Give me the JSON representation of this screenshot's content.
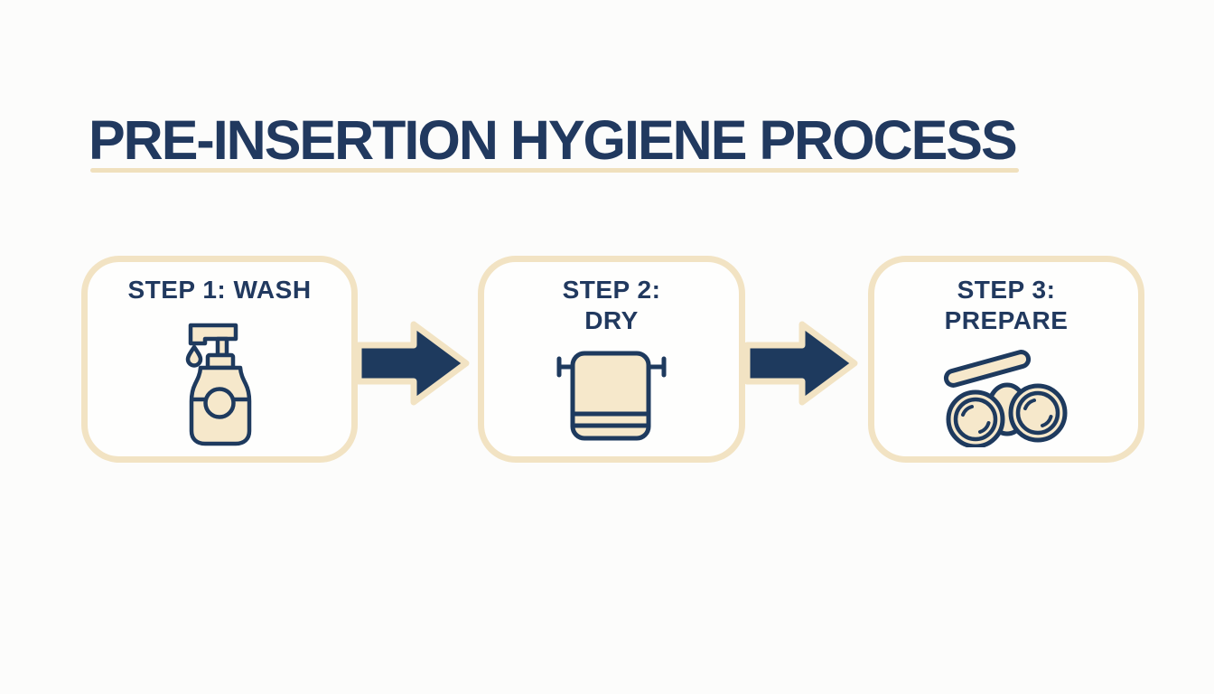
{
  "title": "PRE-INSERTION HYGIENE PROCESS",
  "steps": [
    {
      "id": 1,
      "lines": [
        "STEP 1: WASH"
      ],
      "icon": "soap-dispenser-icon"
    },
    {
      "id": 2,
      "lines": [
        "STEP 2:",
        "DRY"
      ],
      "icon": "towel-on-rail-icon"
    },
    {
      "id": 3,
      "lines": [
        "STEP 3:",
        "PREPARE"
      ],
      "icon": "contact-lens-case-icon"
    }
  ],
  "arrows": [
    {
      "id": 1,
      "direction": "right"
    },
    {
      "id": 2,
      "direction": "right"
    }
  ],
  "colors": {
    "navy": "#1e3a5e",
    "text_navy": "#21395f",
    "beige_outline": "#f2e3c3",
    "beige_fill": "#f6e8cb",
    "underline": "#f0e0bd",
    "background": "#fcfcfb",
    "box_background": "#fefefd"
  }
}
